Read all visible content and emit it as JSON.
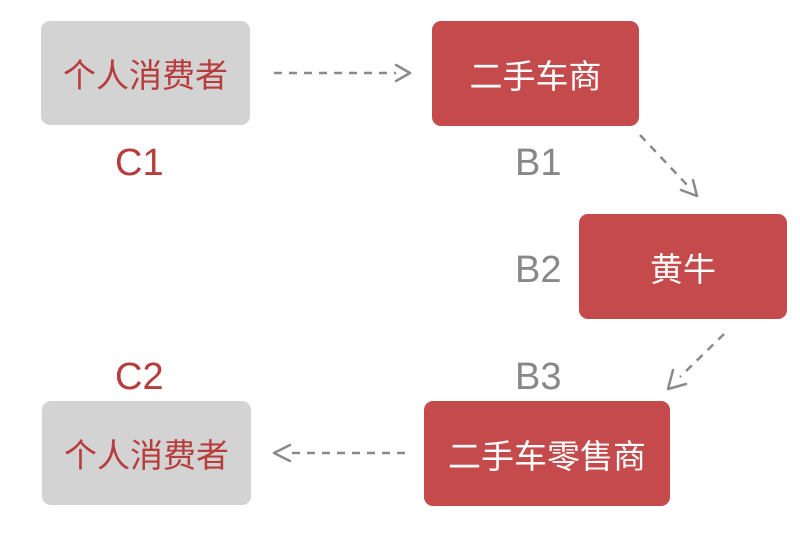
{
  "nodes": {
    "c1": {
      "label": "个人消费者",
      "code": "C1"
    },
    "b1": {
      "label": "二手车商",
      "code": "B1"
    },
    "b2": {
      "label": "黄牛",
      "code": "B2"
    },
    "b3": {
      "label": "二手车零售商",
      "code": "B3"
    },
    "c2": {
      "label": "个人消费者",
      "code": "C2"
    }
  },
  "edges": [
    {
      "from": "c1",
      "to": "b1"
    },
    {
      "from": "b1",
      "to": "b2"
    },
    {
      "from": "b2",
      "to": "b3"
    },
    {
      "from": "b3",
      "to": "c2"
    }
  ],
  "colors": {
    "consumer_fill": "#d3d3d3",
    "consumer_text": "#b73c3c",
    "dealer_fill": "#c44a4b",
    "dealer_text": "#ffffff",
    "code_consumer": "#b73c3c",
    "code_dealer": "#888888",
    "arrow": "#8a8a8a"
  }
}
